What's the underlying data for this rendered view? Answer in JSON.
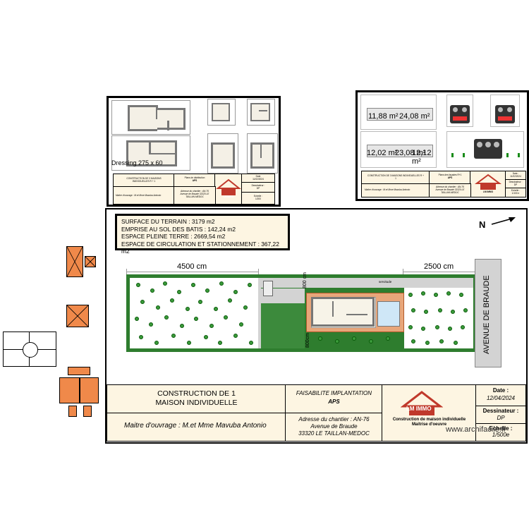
{
  "small_sheet_left": {
    "dressing_label": "Dressing 275 x 60",
    "title_block": {
      "project": "CONSTRUCTION DE 3 MAISONS INDIVIDUELLES R + 1",
      "plan_type": "Plans de distribution",
      "phase": "APS",
      "date_label": "Date",
      "date": "11/02/2024",
      "owner": "Maitre d'ouvrage : M.et Mme Mavuba Antonio",
      "address": "Adresse du chantier : AN-76 Avenue de Braude 33320 LE TAILLAN-MEDOC",
      "company": "LM IMMO",
      "designer_label": "Dessinateur :",
      "designer": "DP",
      "scale_label": "Echelle :",
      "scale": "1/200"
    }
  },
  "small_sheet_right": {
    "area_labels": [
      "11,88 m²",
      "24,08 m²",
      "12,02 m²",
      "23,08 m²",
      "12,12 m²"
    ],
    "title_block": {
      "project": "CONSTRUCTION DE 3 MAISONS INDIVIDUELLES R + 1",
      "plan_type": "Plans des façades R+1",
      "phase": "APS",
      "date_label": "Date :",
      "date": "11/02/2024",
      "owner": "Maitre d'ouvrage : M.et Mme Mavuba Antonio",
      "address": "Adresse du chantier : AN-76 Avenue de Braude 33320 LE TAILLAN-MEDOC",
      "company": "LM IMMO",
      "designer_label": "Dessinateur :",
      "designer": "DP",
      "scale_label": "Echelle :",
      "scale": "1/100 e"
    }
  },
  "main_sheet": {
    "surface_lines": [
      "SURFACE DU TERRAIN : 3179 m2",
      "EMPRISE AU SOL DES BATIS : 142,24 m2",
      "ESPACE PLEINE TERRE : 2669,54 m2",
      "ESPACE DE CIRCULATION ET STATIONNEMENT : 367,22 m2"
    ],
    "north_label": "N",
    "dim_left": "4500 cm",
    "dim_right": "2500 cm",
    "dim_vert_1": "800 cm",
    "dim_vert_2": "800cm",
    "road_label": "AVENUE DE BRAUDE",
    "path_label": "servitude",
    "title_block": {
      "project": "CONSTRUCTION DE 1 MAISON INDIVIDUELLE",
      "owner": "Maitre d'ouvrage : M.et Mme Mavuba Antonio",
      "plan_type": "FAISABILITE IMPLANTATION",
      "phase": "APS",
      "address_line1": "Adresse du chantier : AN-76",
      "address_line2": "Avenue de Braude",
      "address_line3": "33320 LE TAILLAN-MEDOC",
      "company": "LM IMMO",
      "company_sub1": "Construction de maison individuelle",
      "company_sub2": "Maitrise d'oeuvre",
      "date_label": "Date :",
      "date": "12/04/2024",
      "designer_label": "Dessinateur :",
      "designer": "DP",
      "scale_label": "Echelle :",
      "scale": "1/500e"
    }
  },
  "watermark": "www.archifacile.fr",
  "colors": {
    "cream": "#fdf5e2",
    "orange": "#f0894a",
    "grass_dark": "#2e7d2e",
    "logo_red": "#c0392b"
  }
}
